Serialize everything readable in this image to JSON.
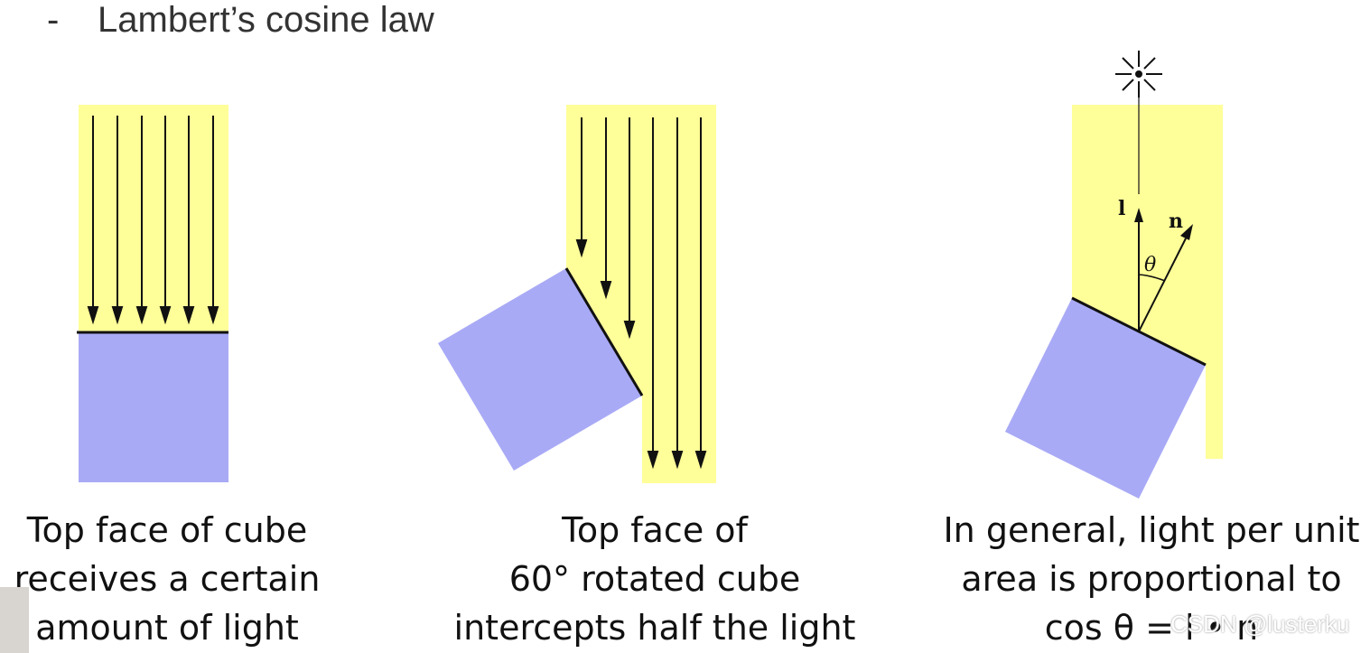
{
  "heading": {
    "bullet": "-",
    "text": "Lambert’s cosine law"
  },
  "colors": {
    "light_beam": "#ffff99",
    "surface": "#a9aaf6",
    "arrow": "#111111"
  },
  "diagram_1": {
    "caption": [
      "Top face of cube",
      "receives a certain",
      "amount of light"
    ]
  },
  "diagram_2": {
    "caption": [
      "Top face of",
      "60° rotated cube",
      "intercepts half the light"
    ]
  },
  "diagram_3": {
    "vector_l": "l",
    "vector_n": "n",
    "angle": "θ",
    "caption": [
      "In general, light per unit",
      "area is proportional to",
      "cos θ = l • n"
    ]
  },
  "watermark": "CSDN @lusterku"
}
